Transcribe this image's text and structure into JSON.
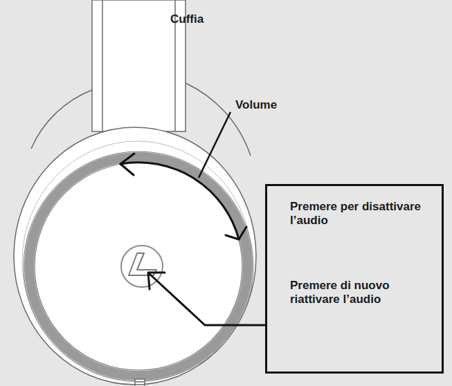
{
  "diagram": {
    "nodes": [
      {
        "text": [
          "Premere per disattivare l’audio",
          "Premere di nuovo riattivare l’audio"
        ]
      }
    ],
    "labels": [
      "Cuffia",
      "Volume"
    ]
  }
}
